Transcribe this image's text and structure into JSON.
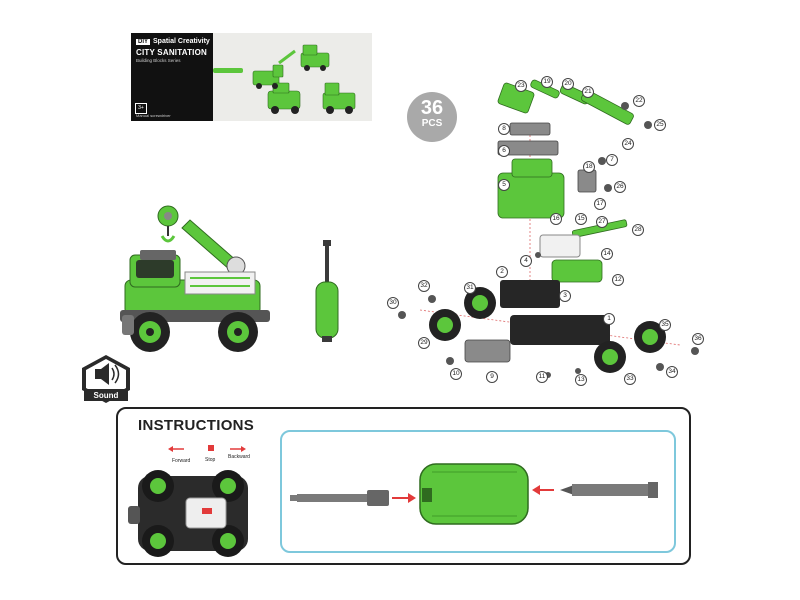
{
  "package": {
    "brand_tag": "DIY",
    "brand": "Spatial Creativity",
    "title": "CITY SANITATION",
    "series": "Building Blocks Series",
    "manual": "Manual screwdriver",
    "age": "3+"
  },
  "piece_count": {
    "number": "36",
    "unit": "PCS"
  },
  "sound_label": "Sound",
  "parts": [
    "1",
    "2",
    "3",
    "4",
    "5",
    "6",
    "7",
    "8",
    "9",
    "10",
    "11",
    "12",
    "13",
    "14",
    "15",
    "16",
    "17",
    "18",
    "19",
    "20",
    "21",
    "22",
    "23",
    "24",
    "25",
    "26",
    "27",
    "28",
    "29",
    "30",
    "31",
    "32",
    "33",
    "34",
    "35",
    "36"
  ],
  "instructions": {
    "heading": "INSTRUCTIONS",
    "switch": {
      "forward": "Forward",
      "stop": "Stop",
      "backward": "Backward"
    }
  },
  "colors": {
    "toy_green": "#5cc63c",
    "dark_gray": "#3a3a3a",
    "instruction_border": "#7ec8dc",
    "arrow_red": "#e23a3a"
  }
}
